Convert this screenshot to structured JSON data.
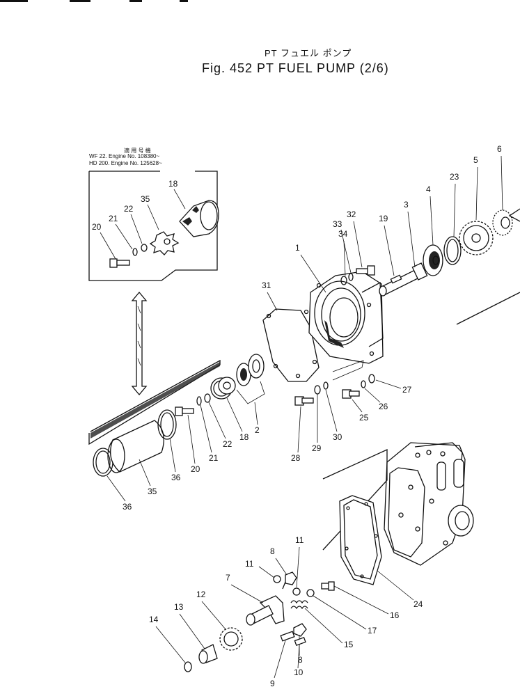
{
  "figure": {
    "title_jp": "PT フュエル ポンプ",
    "title": "Fig.  452   PT  FUEL  PUMP  (2/6)"
  },
  "applicability": {
    "heading": "適 用 号 機",
    "lines": [
      "WF 22.  Engine No. 108380~",
      "HD 200. Engine No. 125628~"
    ]
  },
  "callouts": {
    "c1": "1",
    "c2": "2",
    "c3": "3",
    "c4": "4",
    "c5": "5",
    "c6": "6",
    "c7": "7",
    "c8a": "8",
    "c8b": "8",
    "c9": "9",
    "c10": "10",
    "c11a": "11",
    "c11b": "11",
    "c12": "12",
    "c13": "13",
    "c14": "14",
    "c15": "15",
    "c16": "16",
    "c17": "17",
    "c18a": "18",
    "c18b": "18",
    "c19": "19",
    "c20a": "20",
    "c20b": "20",
    "c21a": "21",
    "c21b": "21",
    "c22a": "22",
    "c22b": "22",
    "c23": "23",
    "c24": "24",
    "c25": "25",
    "c26": "26",
    "c27": "27",
    "c28": "28",
    "c29": "29",
    "c30": "30",
    "c31": "31",
    "c32": "32",
    "c33": "33",
    "c34": "34",
    "c35a": "35",
    "c35b": "35",
    "c36a": "36",
    "c36b": "36"
  }
}
